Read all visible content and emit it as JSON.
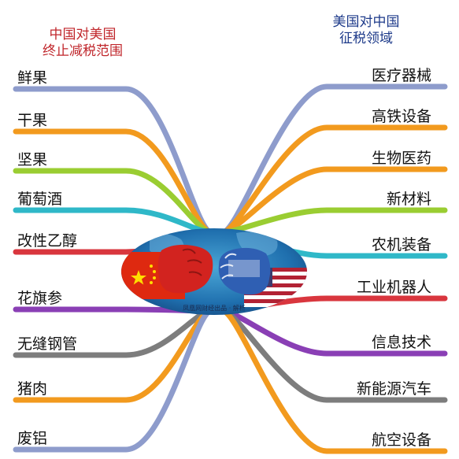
{
  "left_heading": [
    "中国对美国",
    "终止减税范围"
  ],
  "right_heading": [
    "美国对中国",
    "征税领域"
  ],
  "left_items": [
    {
      "label": "鲜果",
      "color": "#8e9ccc"
    },
    {
      "label": "干果",
      "color": "#f29a1e"
    },
    {
      "label": "坚果",
      "color": "#9acd32"
    },
    {
      "label": "葡萄酒",
      "color": "#2fb8c8"
    },
    {
      "label": "改性乙醇",
      "color": "#d9363e"
    },
    {
      "label": "花旗参",
      "color": "#8a3fb5"
    },
    {
      "label": "无缝钢管",
      "color": "#7d7d7d"
    },
    {
      "label": "猪肉",
      "color": "#f29a1e"
    },
    {
      "label": "废铝",
      "color": "#8e9ccc"
    }
  ],
  "right_items": [
    {
      "label": "医疗器械",
      "color": "#8e9ccc"
    },
    {
      "label": "高铁设备",
      "color": "#f29a1e"
    },
    {
      "label": "生物医药",
      "color": "#f29a1e"
    },
    {
      "label": "新材料",
      "color": "#9acd32"
    },
    {
      "label": "农机装备",
      "color": "#2fb8c8"
    },
    {
      "label": "工业机器人",
      "color": "#d9363e"
    },
    {
      "label": "信息技术",
      "color": "#8a3fb5"
    },
    {
      "label": "新能源汽车",
      "color": "#7d7d7d"
    },
    {
      "label": "航空设备",
      "color": "#f29a1e"
    }
  ],
  "center_caption": "凤凰网财经出品 · 解析"
}
